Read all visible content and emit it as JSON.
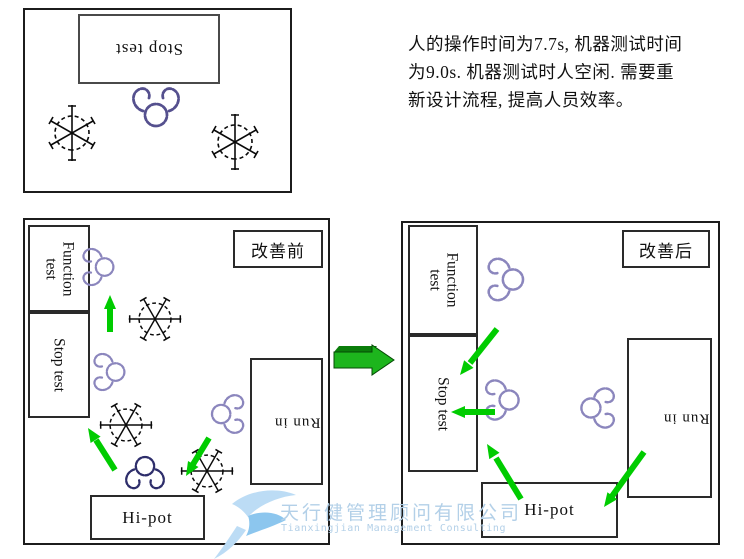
{
  "top_figure": {
    "machine_label": "Stop test"
  },
  "annotation": {
    "line1": "人的操作时间为7.7s, 机器测试时间",
    "line2": "为9.0s. 机器测试时人空闲. 需要重",
    "line3": "新设计流程, 提高人员效率。"
  },
  "before": {
    "title": "改善前",
    "function_label": "Function test",
    "stop_label": "Stop test",
    "runin_label": "Run in",
    "hipot_label": "Hi-pot"
  },
  "after": {
    "title": "改善后",
    "function_label": "Function test",
    "stop_label": "Stop test",
    "runin_label": "Run in",
    "hipot_label": "Hi-pot"
  },
  "watermark": {
    "company_cn": "天行健管理顾问有限公司",
    "company_en": "Tianxingjian Management Consulting"
  },
  "colors": {
    "arrow_green": "#00cc00",
    "arrow3d_light": "#1db51d",
    "arrow3d_dark": "#0a7d0a",
    "person_purple": "#8b86bd",
    "person_dark": "#2e2e6b",
    "watermark_text": "#b3d0e8",
    "watermark_logo_light": "#bcdcf5",
    "watermark_logo_dark": "#8cc6ee"
  }
}
